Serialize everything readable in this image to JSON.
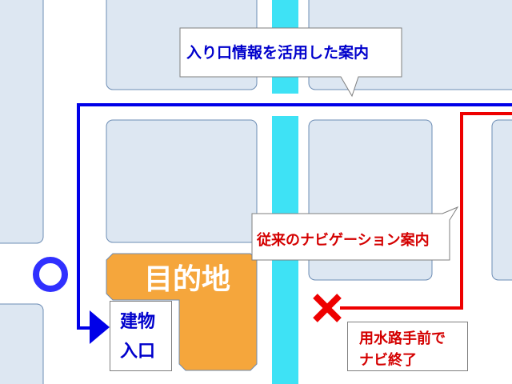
{
  "callouts": {
    "new_route": "入り口情報を活用した案内",
    "old_route": "従来のナビゲーション案内",
    "stop_note": [
      "用水路手前で",
      "ナビ終了"
    ]
  },
  "labels": {
    "destination": "目的地",
    "entrance": [
      "建物",
      "入口"
    ]
  },
  "colors": {
    "block": "#dde7f2",
    "block_border": "#6c8cb4",
    "canal": "#3ee2f5",
    "destination": "#f5a63c",
    "new_route": "#0000e8",
    "old_route": "#ee0000",
    "text_blue": "#0000cc",
    "text_red": "#d40000"
  }
}
